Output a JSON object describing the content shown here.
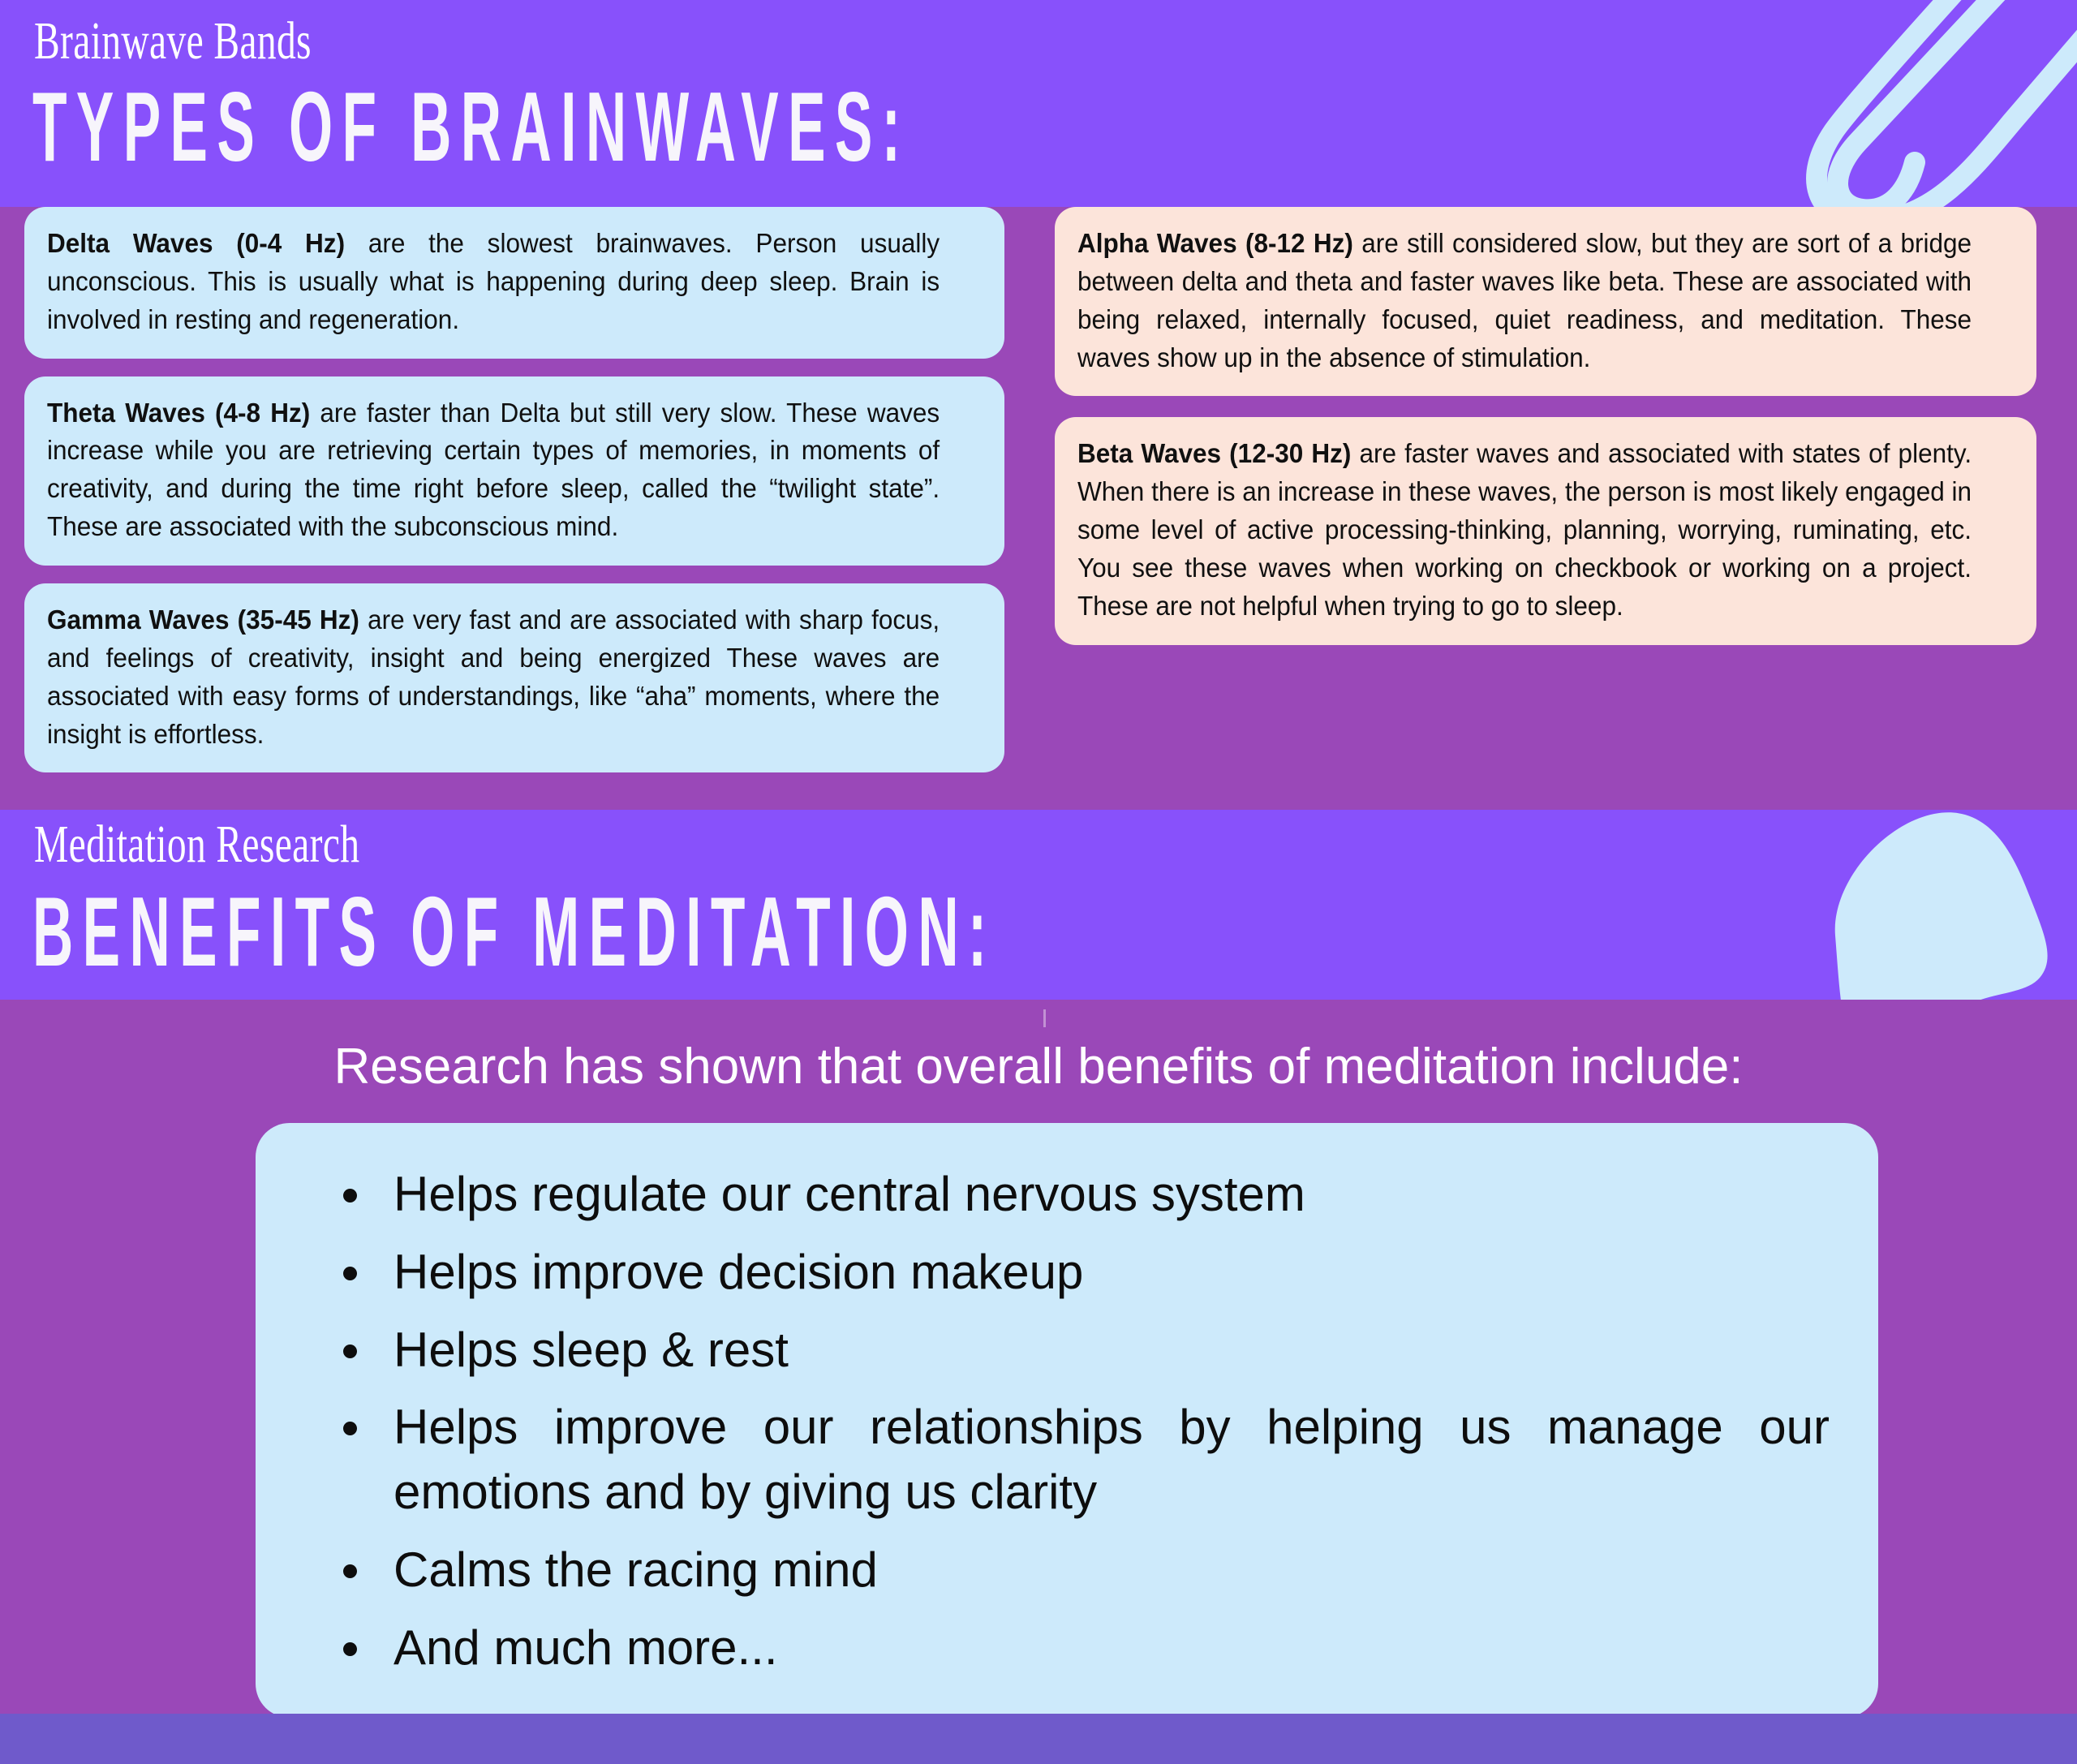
{
  "page": {
    "background_color": "#9a48b8",
    "band_color": "#8851fb",
    "footer_color": "#6f5acb",
    "card_blue": "#cdeafb",
    "card_peach": "#fce4da",
    "decoration_color": "#cdeafb"
  },
  "section_1": {
    "eyebrow": "Brainwave Bands",
    "heading": "TYPES OF BRAINWAVES:",
    "decoration": "paperclip-outline",
    "left_cards": [
      {
        "lead": "Delta Waves (0-4 Hz)",
        "body": " are the slowest brainwaves. Person usually unconscious. This is usually what is happening during deep sleep. Brain is involved in resting and regeneration."
      },
      {
        "lead": "Theta Waves (4-8 Hz)",
        "body": " are faster than Delta but still very slow. These waves increase while you are retrieving certain types of memories, in moments of creativity, and during the time right before sleep, called the “twilight state”. These are associated with the subconscious mind."
      },
      {
        "lead": "Gamma Waves (35-45 Hz)",
        "body": " are very fast and are associated with sharp focus, and feelings of creativity, insight and being energized These waves are associated with easy forms of understandings, like “aha” moments, where the insight is effortless."
      }
    ],
    "right_cards": [
      {
        "lead": "Alpha Waves (8-12 Hz)",
        "body": " are still considered slow, but they are sort of a bridge between delta and theta and faster waves like beta. These are associated with being relaxed, internally focused, quiet readiness, and meditation. These waves show up in the absence of stimulation."
      },
      {
        "lead": "Beta Waves (12-30 Hz)",
        "body": " are faster waves and associated with states of plenty. When there is an increase in these waves, the person is most likely engaged in some level of active processing-thinking, planning, worrying, ruminating, etc. You see these waves when working on checkbook or working on a project. These are not helpful when trying to go to sleep."
      }
    ]
  },
  "section_2": {
    "eyebrow": "Meditation Research",
    "heading": "BENEFITS OF MEDITATION:",
    "decoration": "organic-blob",
    "lead_line": "Research has shown that overall benefits of meditation include:",
    "benefits": [
      "Helps regulate our central nervous system",
      "Helps improve decision makeup",
      "Helps sleep & rest",
      "Helps improve our relationships by helping us manage our emotions and by giving us clarity",
      "Calms the racing mind",
      "And much more..."
    ]
  }
}
